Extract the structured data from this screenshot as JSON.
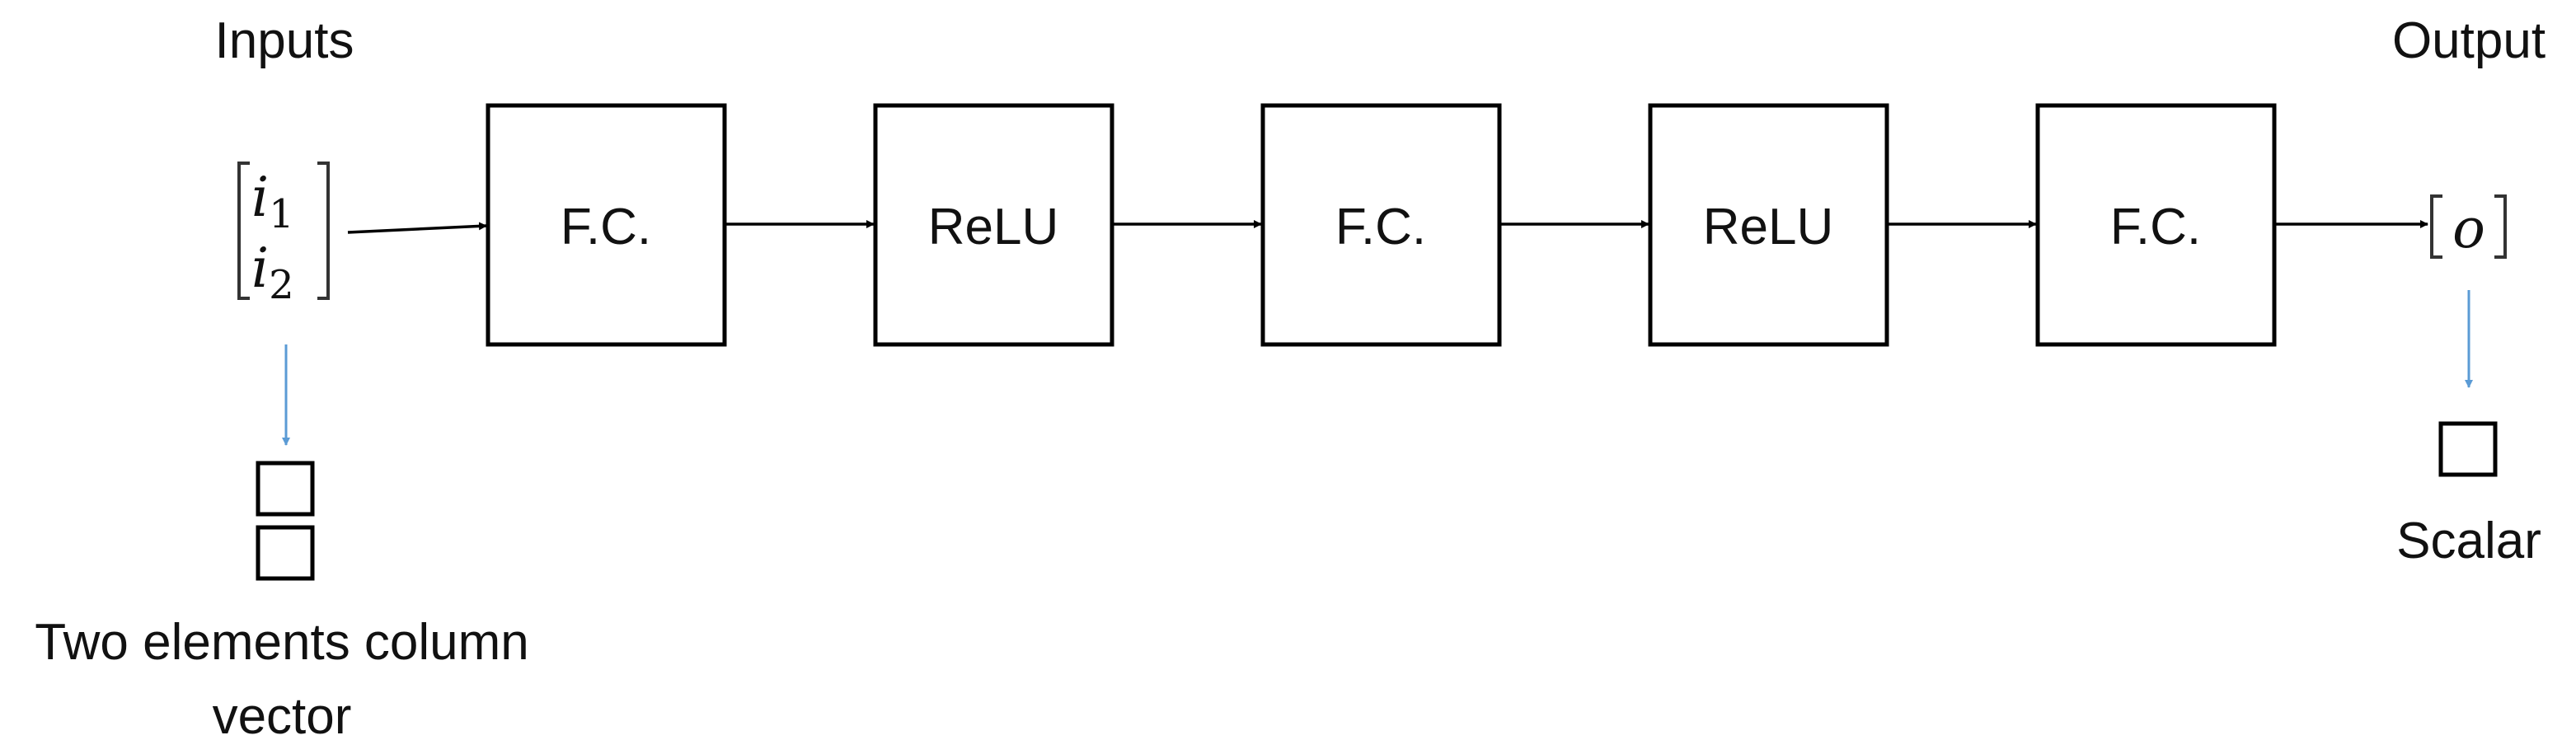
{
  "labels": {
    "inputs": "Inputs",
    "output": "Output",
    "input_vector_caption_line1": "Two elements column",
    "input_vector_caption_line2": "vector",
    "scalar": "Scalar"
  },
  "input_vector": {
    "base": "i",
    "sub1": "1",
    "sub2": "2"
  },
  "output_vector": {
    "symbol": "o"
  },
  "layers": [
    {
      "label": "F.C."
    },
    {
      "label": "ReLU"
    },
    {
      "label": "F.C."
    },
    {
      "label": "ReLU"
    },
    {
      "label": "F.C."
    }
  ],
  "colors": {
    "stroke": "#000000",
    "accent_arrow": "#5b9bd5"
  }
}
